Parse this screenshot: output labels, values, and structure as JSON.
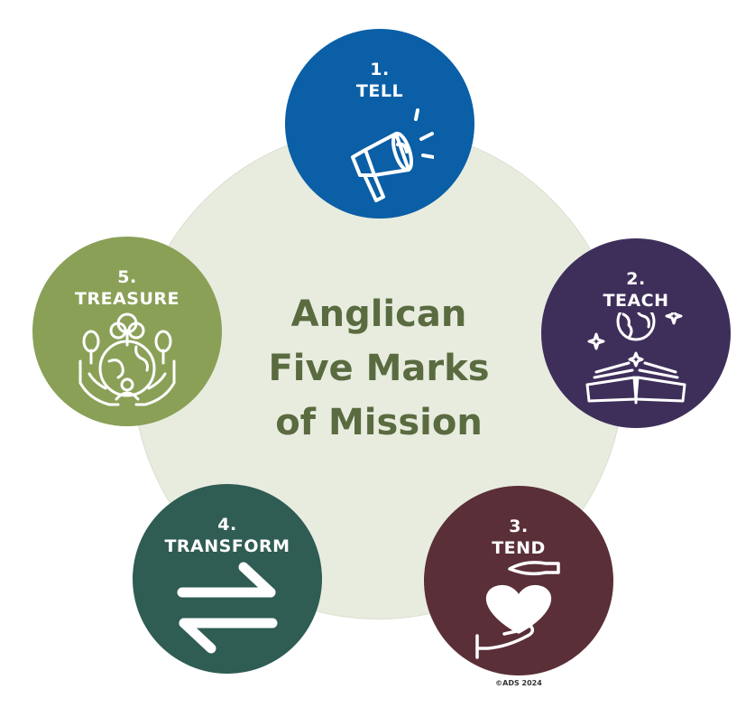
{
  "title": {
    "line1": "Anglican",
    "line2": "Five Marks",
    "line3": "of Mission"
  },
  "marks": [
    {
      "number": "1.",
      "label": "TELL",
      "color": "#0a5fa6",
      "icon": "megaphone-icon"
    },
    {
      "number": "2.",
      "label": "TEACH",
      "color": "#3e2f5a",
      "icon": "globe-book-icon"
    },
    {
      "number": "3.",
      "label": "TEND",
      "color": "#5a2f38",
      "icon": "heart-hands-icon"
    },
    {
      "number": "4.",
      "label": "TRANSFORM",
      "color": "#2f5c53",
      "icon": "exchange-arrows-icon"
    },
    {
      "number": "5.",
      "label": "TREASURE",
      "color": "#8aa057",
      "icon": "earth-hands-trees-icon"
    }
  ],
  "copyright": "©ADS 2024",
  "colors": {
    "background_circle": "#e8ecdf",
    "title_text": "#5a6b40"
  }
}
